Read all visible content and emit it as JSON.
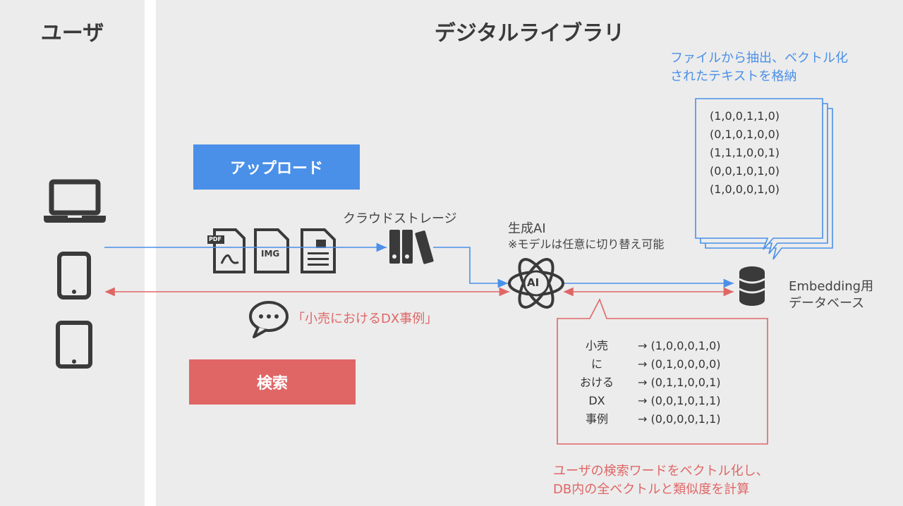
{
  "panels": {
    "user_title": "ユーザ",
    "library_title": "デジタルライブラリ"
  },
  "buttons": {
    "upload": "アップロード",
    "search": "検索"
  },
  "labels": {
    "cloud_storage": "クラウドストレージ",
    "ai_name": "生成AI",
    "ai_note": "※モデルは任意に切り替え可能",
    "db_line1": "Embedding用",
    "db_line2": "データベース",
    "query": "「小売におけるDX事例」",
    "pdf_tag": "PDF",
    "img_tag": "IMG",
    "ai_icon_text": "AI"
  },
  "notes": {
    "blue_line1": "ファイルから抽出、ベクトル化",
    "blue_line2": "されたテキストを格納",
    "red_line1": "ユーザの検索ワードをベクトル化し、",
    "red_line2": "DB内の全ベクトルと類似度を計算"
  },
  "stored_vectors": [
    "(1,0,0,1,1,0)",
    "(0,1,0,1,0,0)",
    "(1,1,1,0,0,1)",
    "(0,0,1,0,1,0)",
    "(1,0,0,0,1,0)"
  ],
  "query_tokens": [
    {
      "word": "小売",
      "vector": "→ (1,0,0,0,1,0)"
    },
    {
      "word": "に",
      "vector": "→ (0,1,0,0,0,0)"
    },
    {
      "word": "おける",
      "vector": "→ (0,1,1,0,0,1)"
    },
    {
      "word": "DX",
      "vector": "→ (0,0,1,0,1,1)"
    },
    {
      "word": "事例",
      "vector": "→ (0,0,0,0,1,1)"
    }
  ],
  "colors": {
    "blue": "#4a90e8",
    "red": "#e06666",
    "icon": "#3a3a3a",
    "panel_bg": "#ececec"
  }
}
